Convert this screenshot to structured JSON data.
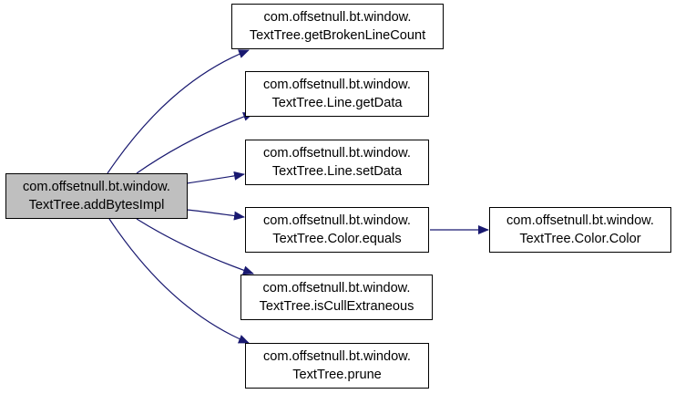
{
  "graph": {
    "root": {
      "line1": "com.offsetnull.bt.window.",
      "line2": "TextTree.addBytesImpl"
    },
    "callees": [
      {
        "line1": "com.offsetnull.bt.window.",
        "line2": "TextTree.getBrokenLineCount"
      },
      {
        "line1": "com.offsetnull.bt.window.",
        "line2": "TextTree.Line.getData"
      },
      {
        "line1": "com.offsetnull.bt.window.",
        "line2": "TextTree.Line.setData"
      },
      {
        "line1": "com.offsetnull.bt.window.",
        "line2": "TextTree.Color.equals"
      },
      {
        "line1": "com.offsetnull.bt.window.",
        "line2": "TextTree.isCullExtraneous"
      },
      {
        "line1": "com.offsetnull.bt.window.",
        "line2": "TextTree.prune"
      }
    ],
    "sub_callees": [
      {
        "line1": "com.offsetnull.bt.window.",
        "line2": "TextTree.Color.Color"
      }
    ],
    "edge_color": "#191970",
    "root_fill": "#bfbfbf"
  }
}
